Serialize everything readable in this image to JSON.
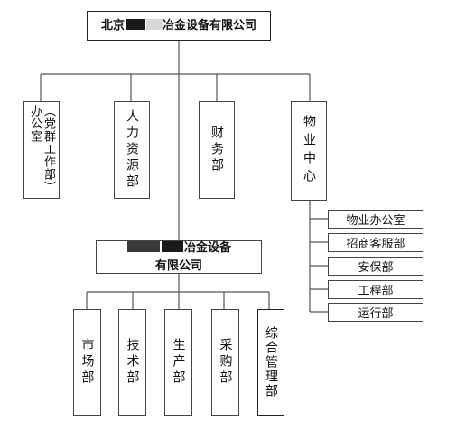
{
  "top_company": {
    "prefix": "北京",
    "suffix": "冶金设备有限公司"
  },
  "top_departments": [
    {
      "label": "（党群工作部）办公室"
    },
    {
      "label": "人力资源部"
    },
    {
      "label": "财务部"
    },
    {
      "label": "物业中心"
    }
  ],
  "property_center_units": [
    {
      "label": "物业办公室"
    },
    {
      "label": "招商客服部"
    },
    {
      "label": "安保部"
    },
    {
      "label": "工程部"
    },
    {
      "label": "运行部"
    }
  ],
  "sub_company": {
    "line1_suffix": "冶金设备",
    "line2": "有限公司"
  },
  "sub_departments": [
    {
      "label": "市场部"
    },
    {
      "label": "技术部"
    },
    {
      "label": "生产部"
    },
    {
      "label": "采购部"
    },
    {
      "label": "综合管理部"
    }
  ]
}
